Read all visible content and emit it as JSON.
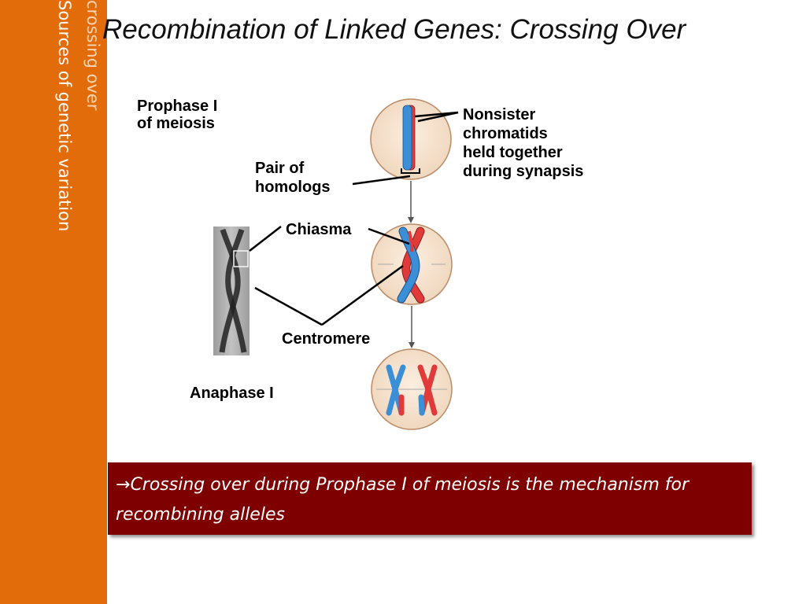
{
  "sidebar": {
    "line1": "crossing over",
    "line2": "Sources of genetic variation"
  },
  "title": "Recombination of Linked Genes: Crossing Over",
  "figure": {
    "prophase_label": [
      "Prophase I",
      "of meiosis"
    ],
    "nonsister_label": [
      "Nonsister",
      "chromatids",
      "held together",
      "during synapsis"
    ],
    "pair_label": [
      "Pair of",
      "homologs"
    ],
    "chiasma_label": "Chiasma",
    "centromere_label": "Centromere",
    "anaphase_label": "Anaphase I"
  },
  "banner": {
    "arrow": "→",
    "text": "Crossing over during Prophase I of meiosis is the mechanism for recombining alleles"
  },
  "colors": {
    "sidebar": "#E36C0A",
    "banner": "#7F0000",
    "cell": "#F6E3CF",
    "chromatid_blue": "#3A8FD6",
    "chromatid_red": "#E03A3A"
  }
}
